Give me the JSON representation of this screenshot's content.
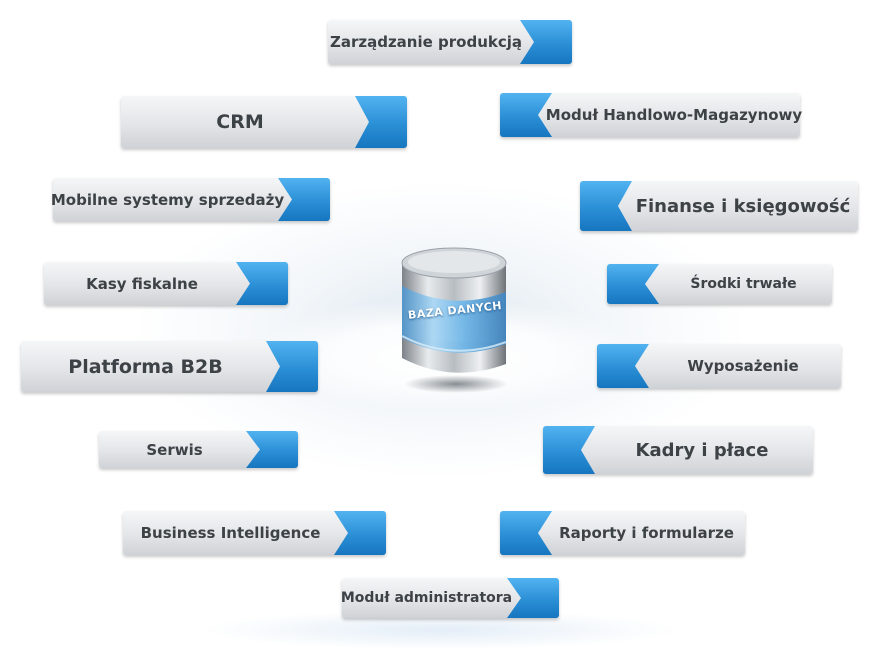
{
  "modules": {
    "zarzadzanie": "Zarządzanie produkcją",
    "crm": "CRM",
    "handlowo": "Moduł Handlowo-Magazynowy",
    "mobilne": "Mobilne systemy sprzedaży",
    "finanse": "Finanse i księgowość",
    "kasy": "Kasy fiskalne",
    "srodki": "Środki trwałe",
    "b2b": "Platforma B2B",
    "wyposazenie": "Wyposażenie",
    "serwis": "Serwis",
    "kadry": "Kadry i płace",
    "bi": "Business Intelligence",
    "raporty": "Raporty i formularze",
    "admin": "Moduł administratora"
  },
  "database": {
    "label": "BAZA DANYCH",
    "icon": "database-icon"
  },
  "colors": {
    "accent": "#2b8fd6",
    "accent_light": "#52b3f0",
    "text": "#3d4247"
  }
}
